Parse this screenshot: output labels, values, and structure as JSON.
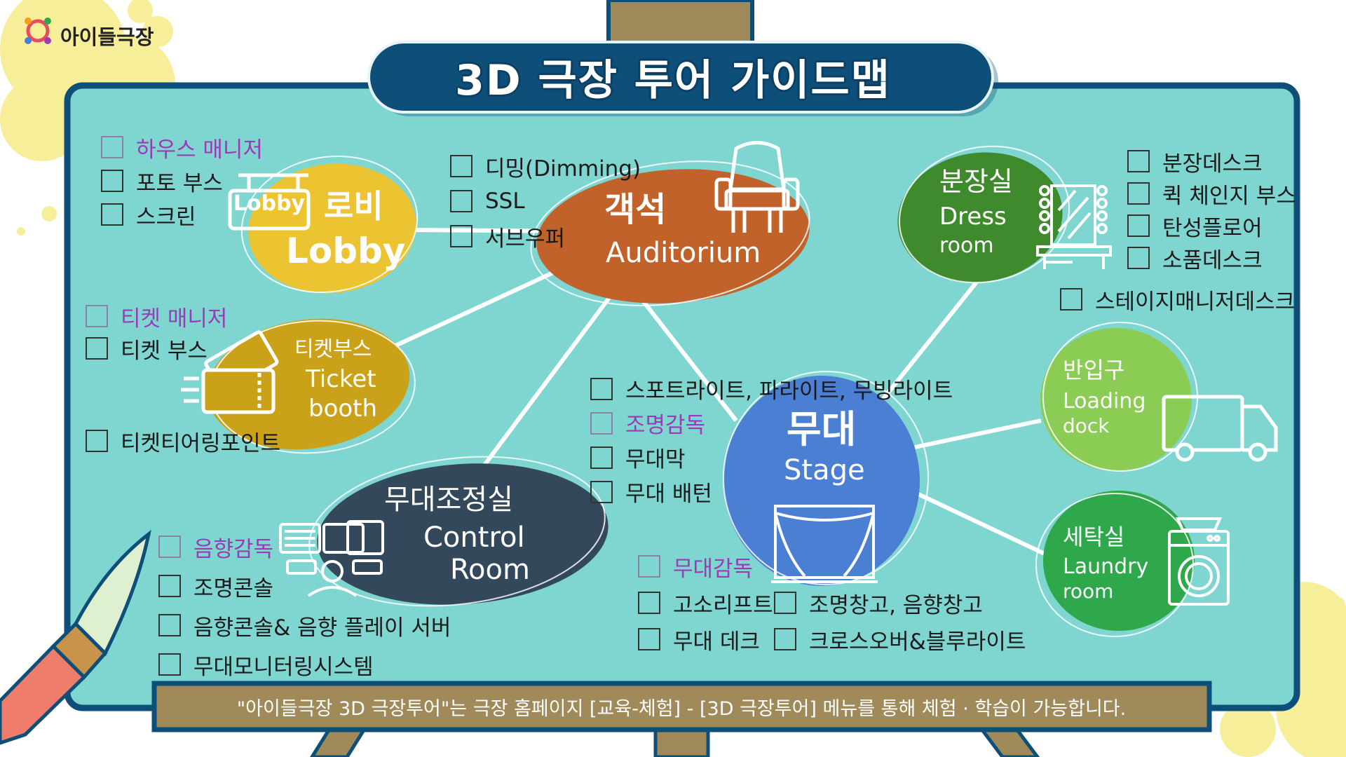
{
  "logo": {
    "name": "아이들극장"
  },
  "title": "3D 극장 투어 가이드맵",
  "footer": "\"아이들극장 3D 극장투어\"는 극장 홈페이지 [교육-체험] - [3D 극장투어] 메뉴를 통해 체험 · 학습이 가능합니다.",
  "colors": {
    "board": "#7fd6d1",
    "board_border": "#0d4f78",
    "title_banner": "#0d4f78",
    "easel": "#a08a5a",
    "lobby": "#ecc330",
    "ticket": "#c9a219",
    "auditorium": "#c0622a",
    "control_room": "#34485c",
    "stage": "#4a7fd4",
    "dress_room": "#3e8a2c",
    "loading_dock": "#8bcc55",
    "laundry_room": "#2ea84b",
    "role_text": "#9b3bb5",
    "footer_bg": "#a08a5a"
  },
  "hubs": {
    "lobby": {
      "ko": "로비",
      "en": "Lobby",
      "sign": "Lobby",
      "icon": "lobby-sign-icon"
    },
    "ticket": {
      "ko": "티켓부스",
      "en1": "Ticket",
      "en2": "booth",
      "icon": "ticket-icon"
    },
    "auditorium": {
      "ko": "객석",
      "en": "Auditorium",
      "icon": "chair-icon"
    },
    "control_room": {
      "ko": "무대조정실",
      "en1": "Control",
      "en2": "Room",
      "icon": "console-icon"
    },
    "stage": {
      "ko": "무대",
      "en": "Stage",
      "icon": "stage-curtain-icon"
    },
    "dress_room": {
      "ko": "분장실",
      "en1": "Dress",
      "en2": "room",
      "icon": "mirror-icon"
    },
    "loading_dock": {
      "ko": "반입구",
      "en1": "Loading",
      "en2": "dock",
      "icon": "truck-icon"
    },
    "laundry_room": {
      "ko": "세탁실",
      "en1": "Laundry",
      "en2": "room",
      "icon": "washing-machine-icon"
    }
  },
  "lists": {
    "lobby": [
      {
        "label": "하우스 매니저",
        "role": true
      },
      {
        "label": "포토 부스",
        "role": false
      },
      {
        "label": "스크린",
        "role": false
      }
    ],
    "auditorium": [
      {
        "label": "디밍(Dimming)",
        "role": false
      },
      {
        "label": "SSL",
        "role": false
      },
      {
        "label": "서브우퍼",
        "role": false
      }
    ],
    "ticket": [
      {
        "label": "티켓 매니저",
        "role": true
      },
      {
        "label": "티켓 부스",
        "role": false
      }
    ],
    "ticket_extra": [
      {
        "label": "티켓티어링포인트",
        "role": false
      }
    ],
    "stage_lights": [
      {
        "label": "스포트라이트, 파라이트, 무빙라이트",
        "role": false
      },
      {
        "label": "조명감독",
        "role": true
      },
      {
        "label": "무대막",
        "role": false
      },
      {
        "label": "무대 배턴",
        "role": false
      }
    ],
    "control_room": [
      {
        "label": "음향감독",
        "role": true
      },
      {
        "label": "조명콘솔",
        "role": false
      },
      {
        "label": "음향콘솔& 음향 플레이 서버",
        "role": false
      },
      {
        "label": "무대모니터링시스템",
        "role": false
      }
    ],
    "stage_left": [
      {
        "label": "무대감독",
        "role": true
      },
      {
        "label": "고소리프트",
        "role": false
      },
      {
        "label": "무대 데크",
        "role": false
      }
    ],
    "stage_right": [
      {
        "label": "조명창고, 음향창고",
        "role": false
      },
      {
        "label": "크로스오버&블루라이트",
        "role": false
      }
    ],
    "dress_room": [
      {
        "label": "분장데스크",
        "role": false
      },
      {
        "label": "퀵 체인지 부스",
        "role": false
      },
      {
        "label": "탄성플로어",
        "role": false
      },
      {
        "label": "소품데스크",
        "role": false
      }
    ],
    "dress_extra": [
      {
        "label": "스테이지매니저데스크",
        "role": false
      }
    ]
  }
}
